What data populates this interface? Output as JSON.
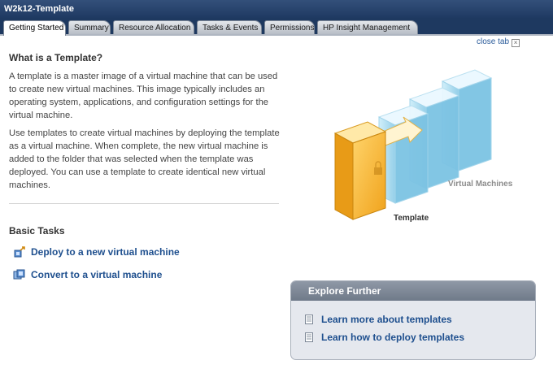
{
  "window": {
    "title": "W2k12-Template"
  },
  "tabs": [
    {
      "label": "Getting Started",
      "active": true
    },
    {
      "label": "Summary"
    },
    {
      "label": "Resource Allocation"
    },
    {
      "label": "Tasks & Events"
    },
    {
      "label": "Permissions"
    },
    {
      "label": "HP Insight Management"
    }
  ],
  "close_tab": {
    "label": "close tab",
    "icon": "close-x-icon"
  },
  "content": {
    "heading": "What is a Template?",
    "paragraph1": "A template is a master image of a virtual machine that can be used to create new virtual machines. This image typically includes an operating system, applications, and configuration settings for the virtual machine.",
    "paragraph2": "Use templates to create virtual machines by deploying the template as a virtual machine. When complete, the new virtual machine is added to the folder that was selected when the template was deployed. You can use a template to create identical new virtual machines."
  },
  "basic_tasks": {
    "heading": "Basic Tasks",
    "items": [
      {
        "label": "Deploy to a new virtual machine",
        "icon": "deploy-vm-icon"
      },
      {
        "label": "Convert to a virtual machine",
        "icon": "convert-vm-icon"
      }
    ]
  },
  "illustration": {
    "vm_label": "Virtual Machines",
    "template_label": "Template"
  },
  "explore": {
    "heading": "Explore Further",
    "links": [
      {
        "label": "Learn more about templates",
        "icon": "document-icon"
      },
      {
        "label": "Learn how to deploy templates",
        "icon": "document-icon"
      }
    ]
  },
  "colors": {
    "title_bar": "#1f3a62",
    "link": "#1e4f8e",
    "template_box": "#f4b52c",
    "vm_box": "#a9d9f0"
  }
}
